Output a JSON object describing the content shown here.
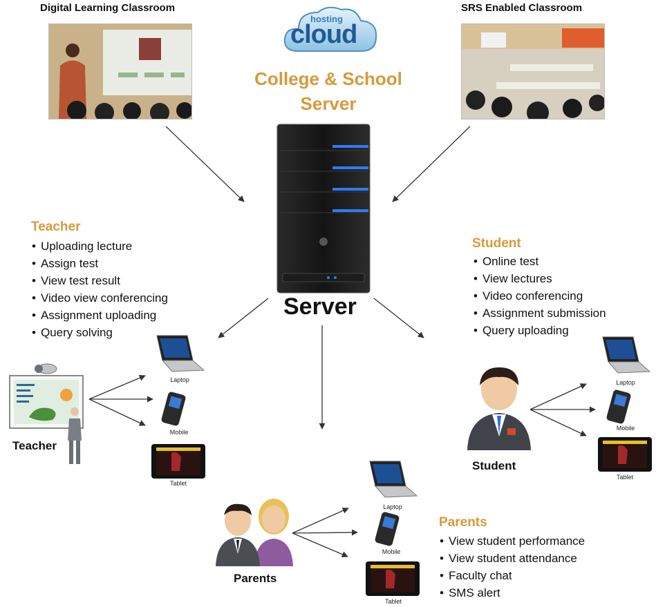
{
  "header": {
    "left_caption": "Digital Learning Classroom",
    "right_caption": "SRS Enabled Classroom",
    "logo_small": "hosting",
    "logo_big": "cloud",
    "center_title_line1": "College & School",
    "center_title_line2": "Server"
  },
  "server": {
    "label": "Server"
  },
  "teacher": {
    "title": "Teacher",
    "items": [
      "Uploading lecture",
      "Assign test",
      "View test result",
      "Video view conferencing",
      "Assignment uploading",
      "Query solving"
    ],
    "figure_label": "Teacher"
  },
  "student": {
    "title": "Student",
    "items": [
      "Online test",
      "View lectures",
      "Video conferencing",
      "Assignment submission",
      "Query uploading"
    ],
    "figure_label": "Student"
  },
  "parents": {
    "title": "Parents",
    "items": [
      "View student performance",
      "View student attendance",
      "Faculty chat",
      "SMS alert"
    ],
    "figure_label": "Parents"
  },
  "devices": {
    "laptop": "Laptop",
    "mobile": "Mobile",
    "tablet": "Tablet"
  },
  "colors": {
    "accent": "#d79a3a",
    "server_led": "#2f7bff",
    "arrow": "#333333"
  }
}
